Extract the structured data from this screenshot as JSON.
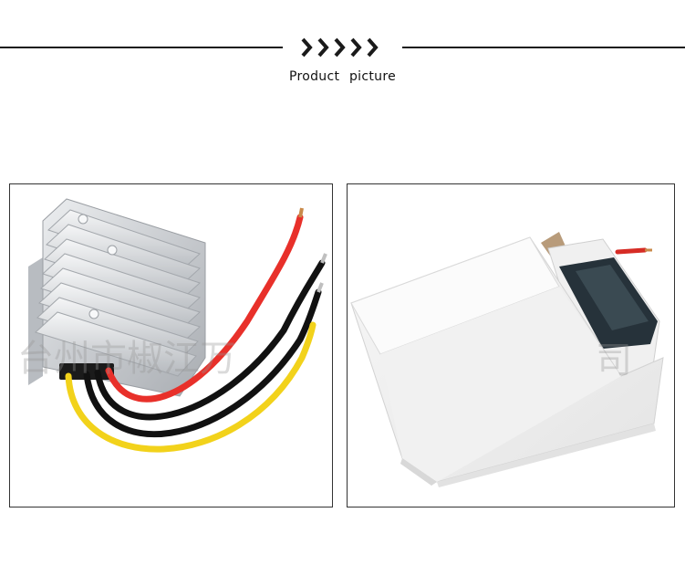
{
  "header": {
    "title": "Product  picture",
    "chevron_icon": "double-chevron-right-icon",
    "chevron_count": 5,
    "line_color": "#1a1a1a"
  },
  "photos": [
    {
      "name": "dc-converter-module",
      "watermark": "台州市椒江万",
      "wire_colors": [
        "#e8302a",
        "#111111",
        "#111111",
        "#f2d21b"
      ]
    },
    {
      "name": "converter-in-white-box",
      "watermark": "司"
    }
  ]
}
